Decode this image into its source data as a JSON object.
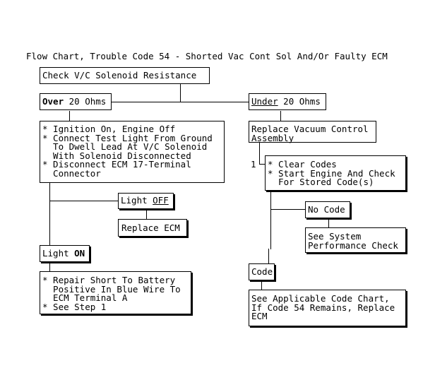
{
  "title": "Flow Chart, Trouble Code 54 - Shorted Vac Cont Sol And/Or Faulty ECM",
  "boxes": {
    "check_resistance": "Check V/C Solenoid Resistance",
    "over_bold": "Over",
    "over_rest": " 20 Ohms",
    "under_u": "Under",
    "under_rest": " 20 Ohms",
    "ignition_steps": "* Ignition On, Engine Off\n* Connect Test Light From Ground\n  To Dwell Lead At V/C Solenoid\n  With Solenoid Disconnected\n* Disconnect ECM 17-Terminal\n  Connector",
    "replace_vacuum": "Replace Vacuum Control\nAssembly",
    "step_number": "1",
    "clear_codes": "* Clear Codes\n* Start Engine And Check\n  For Stored Code(s)",
    "light_off_prefix": "Light ",
    "light_off_u": "OFF",
    "replace_ecm": "Replace ECM",
    "no_code": "No Code",
    "see_system": "See System\nPerformance Check",
    "light_on_prefix": "Light ",
    "light_on_b": "ON",
    "repair_short": "* Repair Short To Battery\n  Positive In Blue Wire To\n  ECM Terminal A\n* See Step 1",
    "code": "Code",
    "see_code_chart": "See Applicable Code Chart,\nIf Code 54 Remains, Replace\nECM"
  }
}
